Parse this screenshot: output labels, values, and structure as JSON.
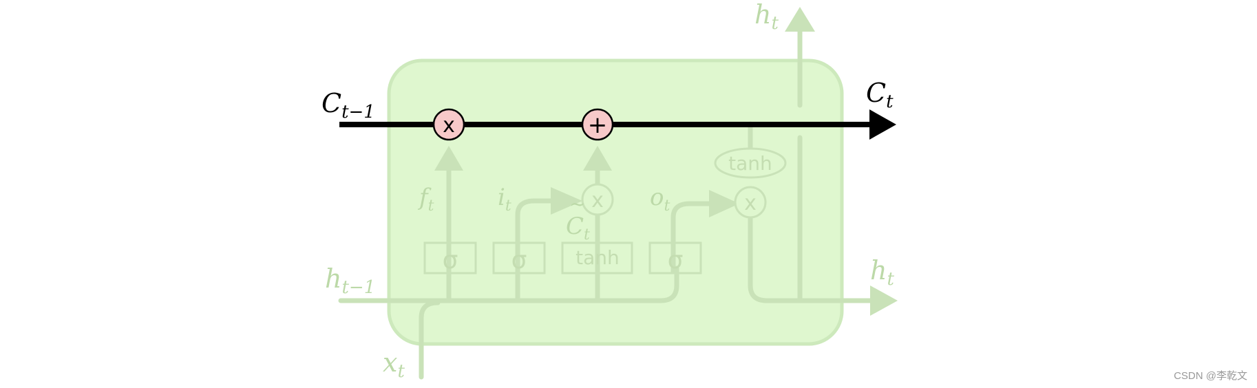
{
  "diagram": {
    "inputs": {
      "c_prev": {
        "base": "C",
        "sub": "t−1"
      },
      "h_prev": {
        "base": "h",
        "sub": "t−1"
      },
      "x_t": {
        "base": "x",
        "sub": "t"
      }
    },
    "outputs": {
      "c_t": {
        "base": "C",
        "sub": "t"
      },
      "h_t_top": {
        "base": "h",
        "sub": "t"
      },
      "h_t_right": {
        "base": "h",
        "sub": "t"
      }
    },
    "gates": {
      "f_t": {
        "base": "f",
        "sub": "t"
      },
      "i_t": {
        "base": "i",
        "sub": "t"
      },
      "c_tilde": {
        "base": "C",
        "sub": "t",
        "accent": "~"
      },
      "o_t": {
        "base": "o",
        "sub": "t"
      }
    },
    "layers": {
      "sigma_1": "σ",
      "sigma_2": "σ",
      "tanh_layer": "tanh",
      "sigma_3": "σ"
    },
    "ops": {
      "forget_multiply": "x",
      "cell_add": "+",
      "input_multiply": "x",
      "output_multiply": "x",
      "cell_tanh": "tanh"
    },
    "colors": {
      "cell_fill": "#dff7cf",
      "cell_stroke": "#cde9bc",
      "faded_line": "#c9e2b8",
      "faded_text": "#bcd9a8",
      "cell_state_line": "#000000",
      "op_fill": "#f7c9c9"
    }
  },
  "watermark": "CSDN @李乾文"
}
